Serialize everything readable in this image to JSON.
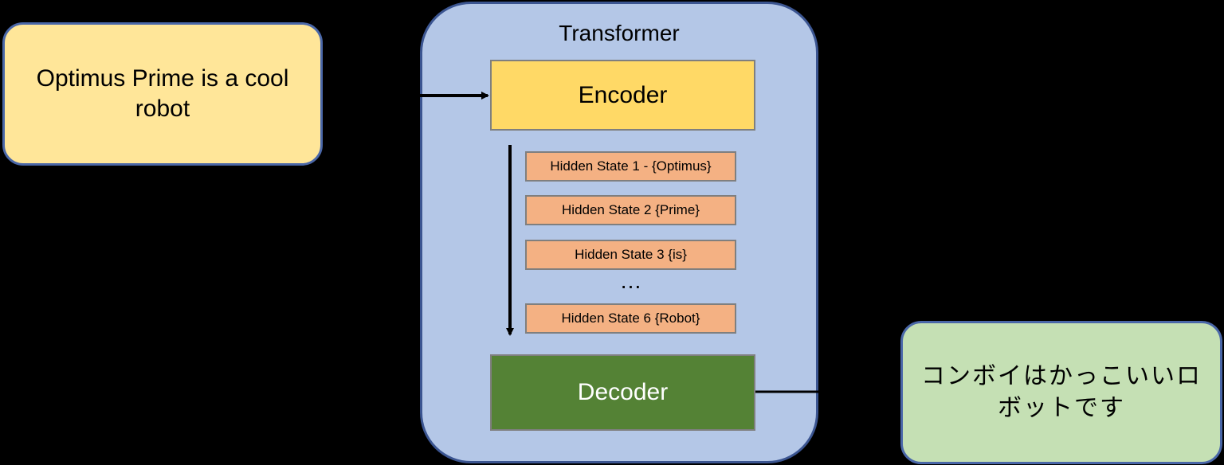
{
  "diagram": {
    "input_text": "Optimus Prime is a cool robot",
    "transformer_title": "Transformer",
    "encoder_label": "Encoder",
    "hidden_states": [
      "Hidden State 1 - {Optimus}",
      "Hidden State 2 {Prime}",
      "Hidden State 3 {is}",
      "Hidden State 6 {Robot}"
    ],
    "ellipsis": "…",
    "decoder_label": "Decoder",
    "output_text": "コンボイはかっこいいロボットです"
  },
  "colors": {
    "background": "#000000",
    "input_fill": "#ffe699",
    "transformer_fill": "#b4c7e7",
    "encoder_fill": "#ffd966",
    "hidden_state_fill": "#f4b183",
    "decoder_fill": "#548235",
    "output_fill": "#c5e0b4",
    "border_blue": "#3b5591"
  }
}
